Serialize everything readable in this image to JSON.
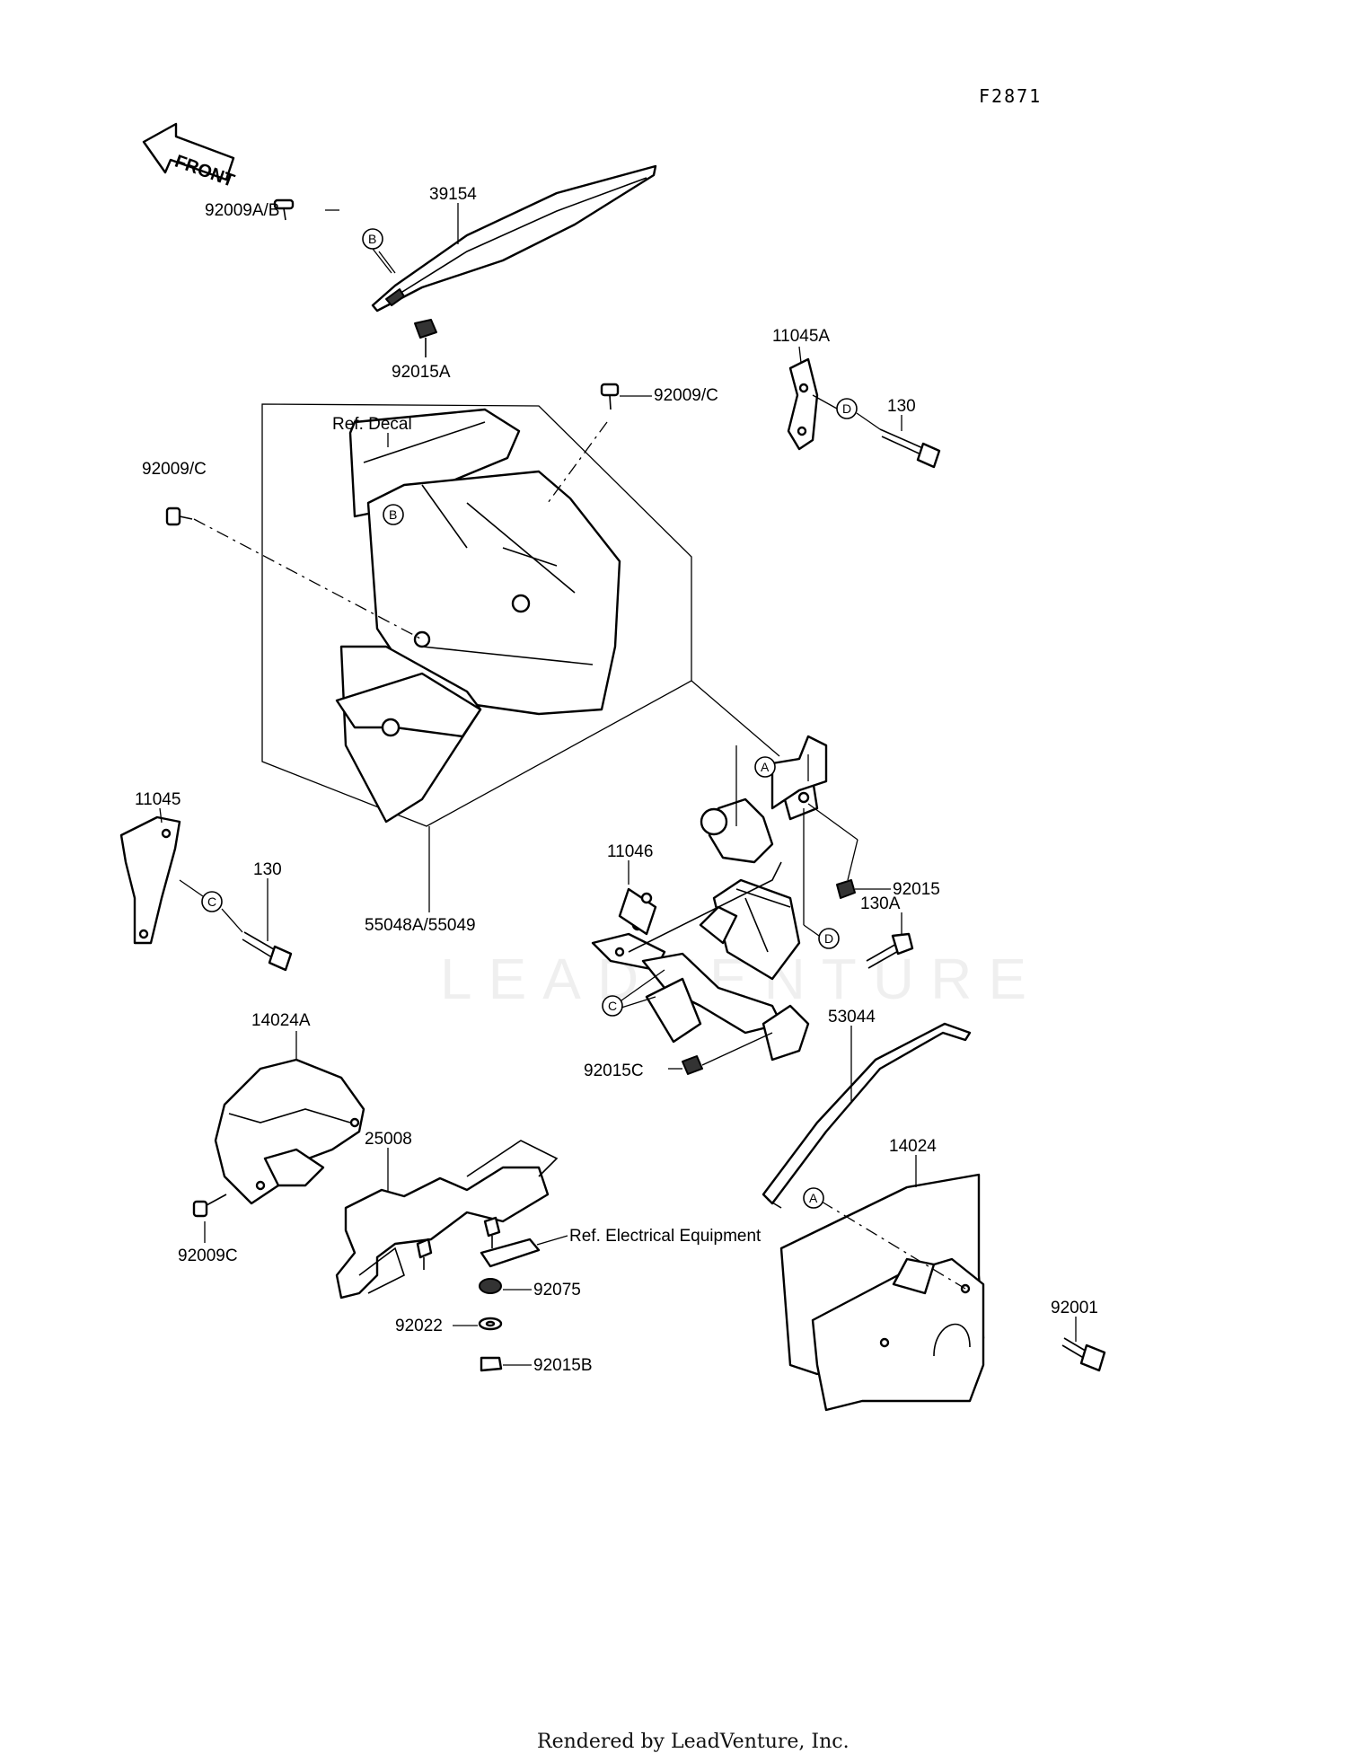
{
  "figure_code": "F2871",
  "front_arrow_label": "FRONT",
  "watermark": "LEADVENTURE",
  "footer": "Rendered by LeadVenture, Inc.",
  "refs": {
    "decal": "Ref. Decal",
    "electrical": "Ref. Electrical Equipment"
  },
  "circle_markers": [
    "A",
    "B",
    "C",
    "D"
  ],
  "parts": {
    "p39154": "39154",
    "p92009ab": "92009A/B",
    "p92015a": "92015A",
    "p92009c_top": "92009/C",
    "p92009c_left": "92009/C",
    "p11045a": "11045A",
    "p130_right": "130",
    "p11045": "11045",
    "p130_left": "130",
    "p55048": "55048A/55049",
    "p11046": "11046",
    "p92015": "92015",
    "p130a": "130A",
    "p92015c": "92015C",
    "p53044": "53044",
    "p14024a": "14024A",
    "p25008": "25008",
    "p92009c_bottom": "92009C",
    "p92075": "92075",
    "p92022": "92022",
    "p92015b": "92015B",
    "p14024": "14024",
    "p92001": "92001"
  }
}
